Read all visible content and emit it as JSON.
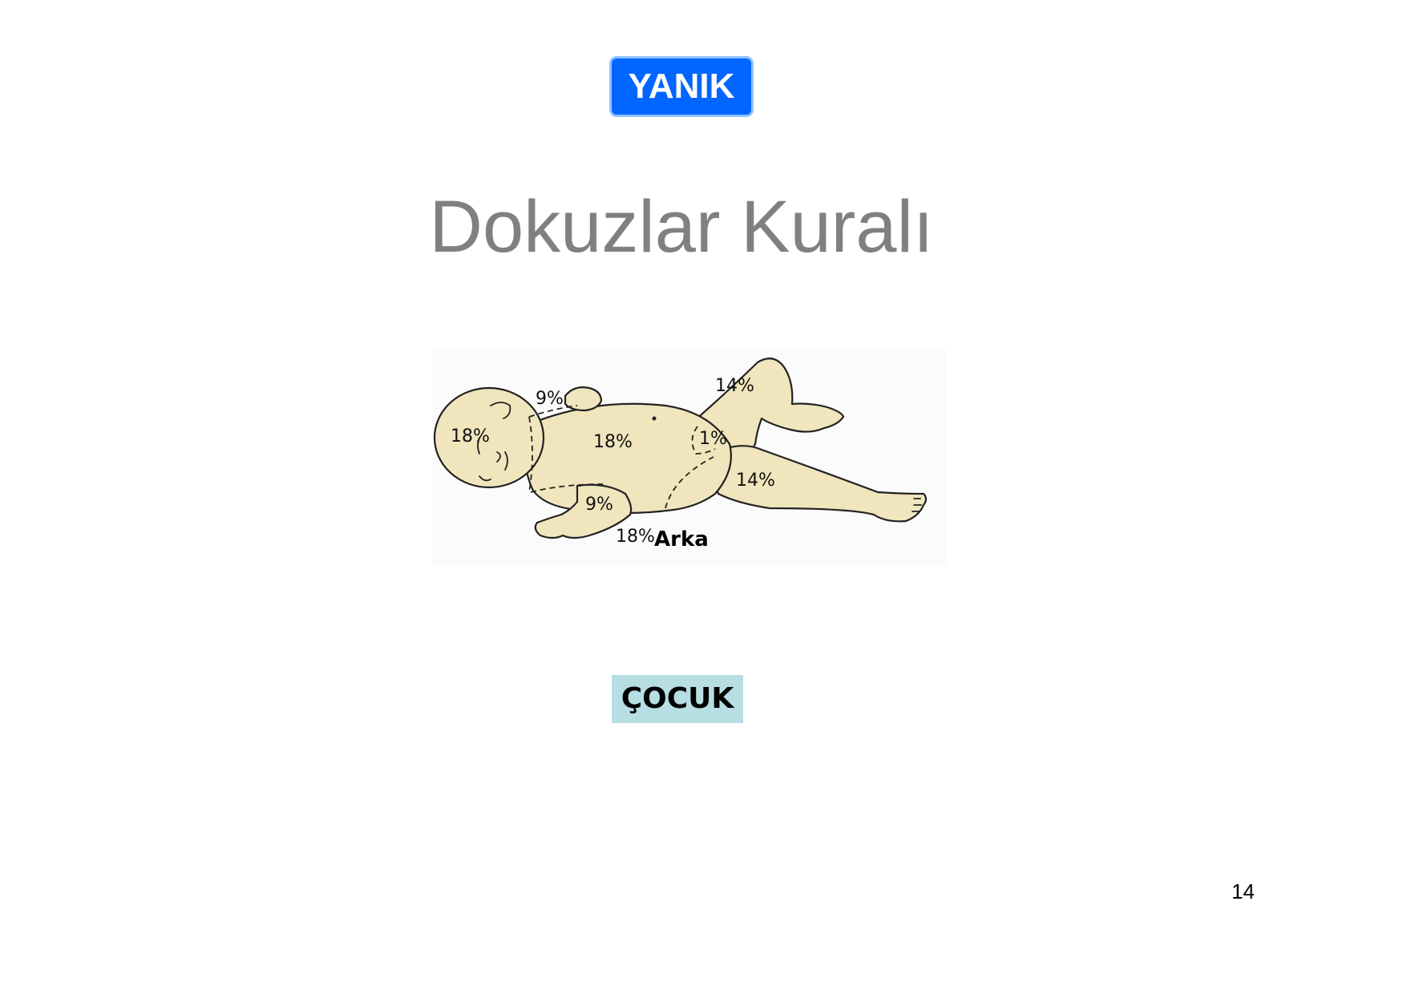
{
  "header": {
    "badge": "YANIK"
  },
  "slide": {
    "title": "Dokuzlar Kuralı"
  },
  "figure": {
    "labels": {
      "head": "18%",
      "arm_top": "9%",
      "trunk": "18%",
      "leg_top": "14%",
      "genital": "1%",
      "leg_bottom": "14%",
      "arm_bottom": "9%",
      "back": "18%",
      "back_word": "Arka"
    },
    "skin_color": "#f0e5bc"
  },
  "caption": {
    "tag": "ÇOCUK"
  },
  "footer": {
    "page_number": "14"
  },
  "colors": {
    "badge": "#0066ff",
    "title": "#808080",
    "tag": "#b7dfe3"
  }
}
